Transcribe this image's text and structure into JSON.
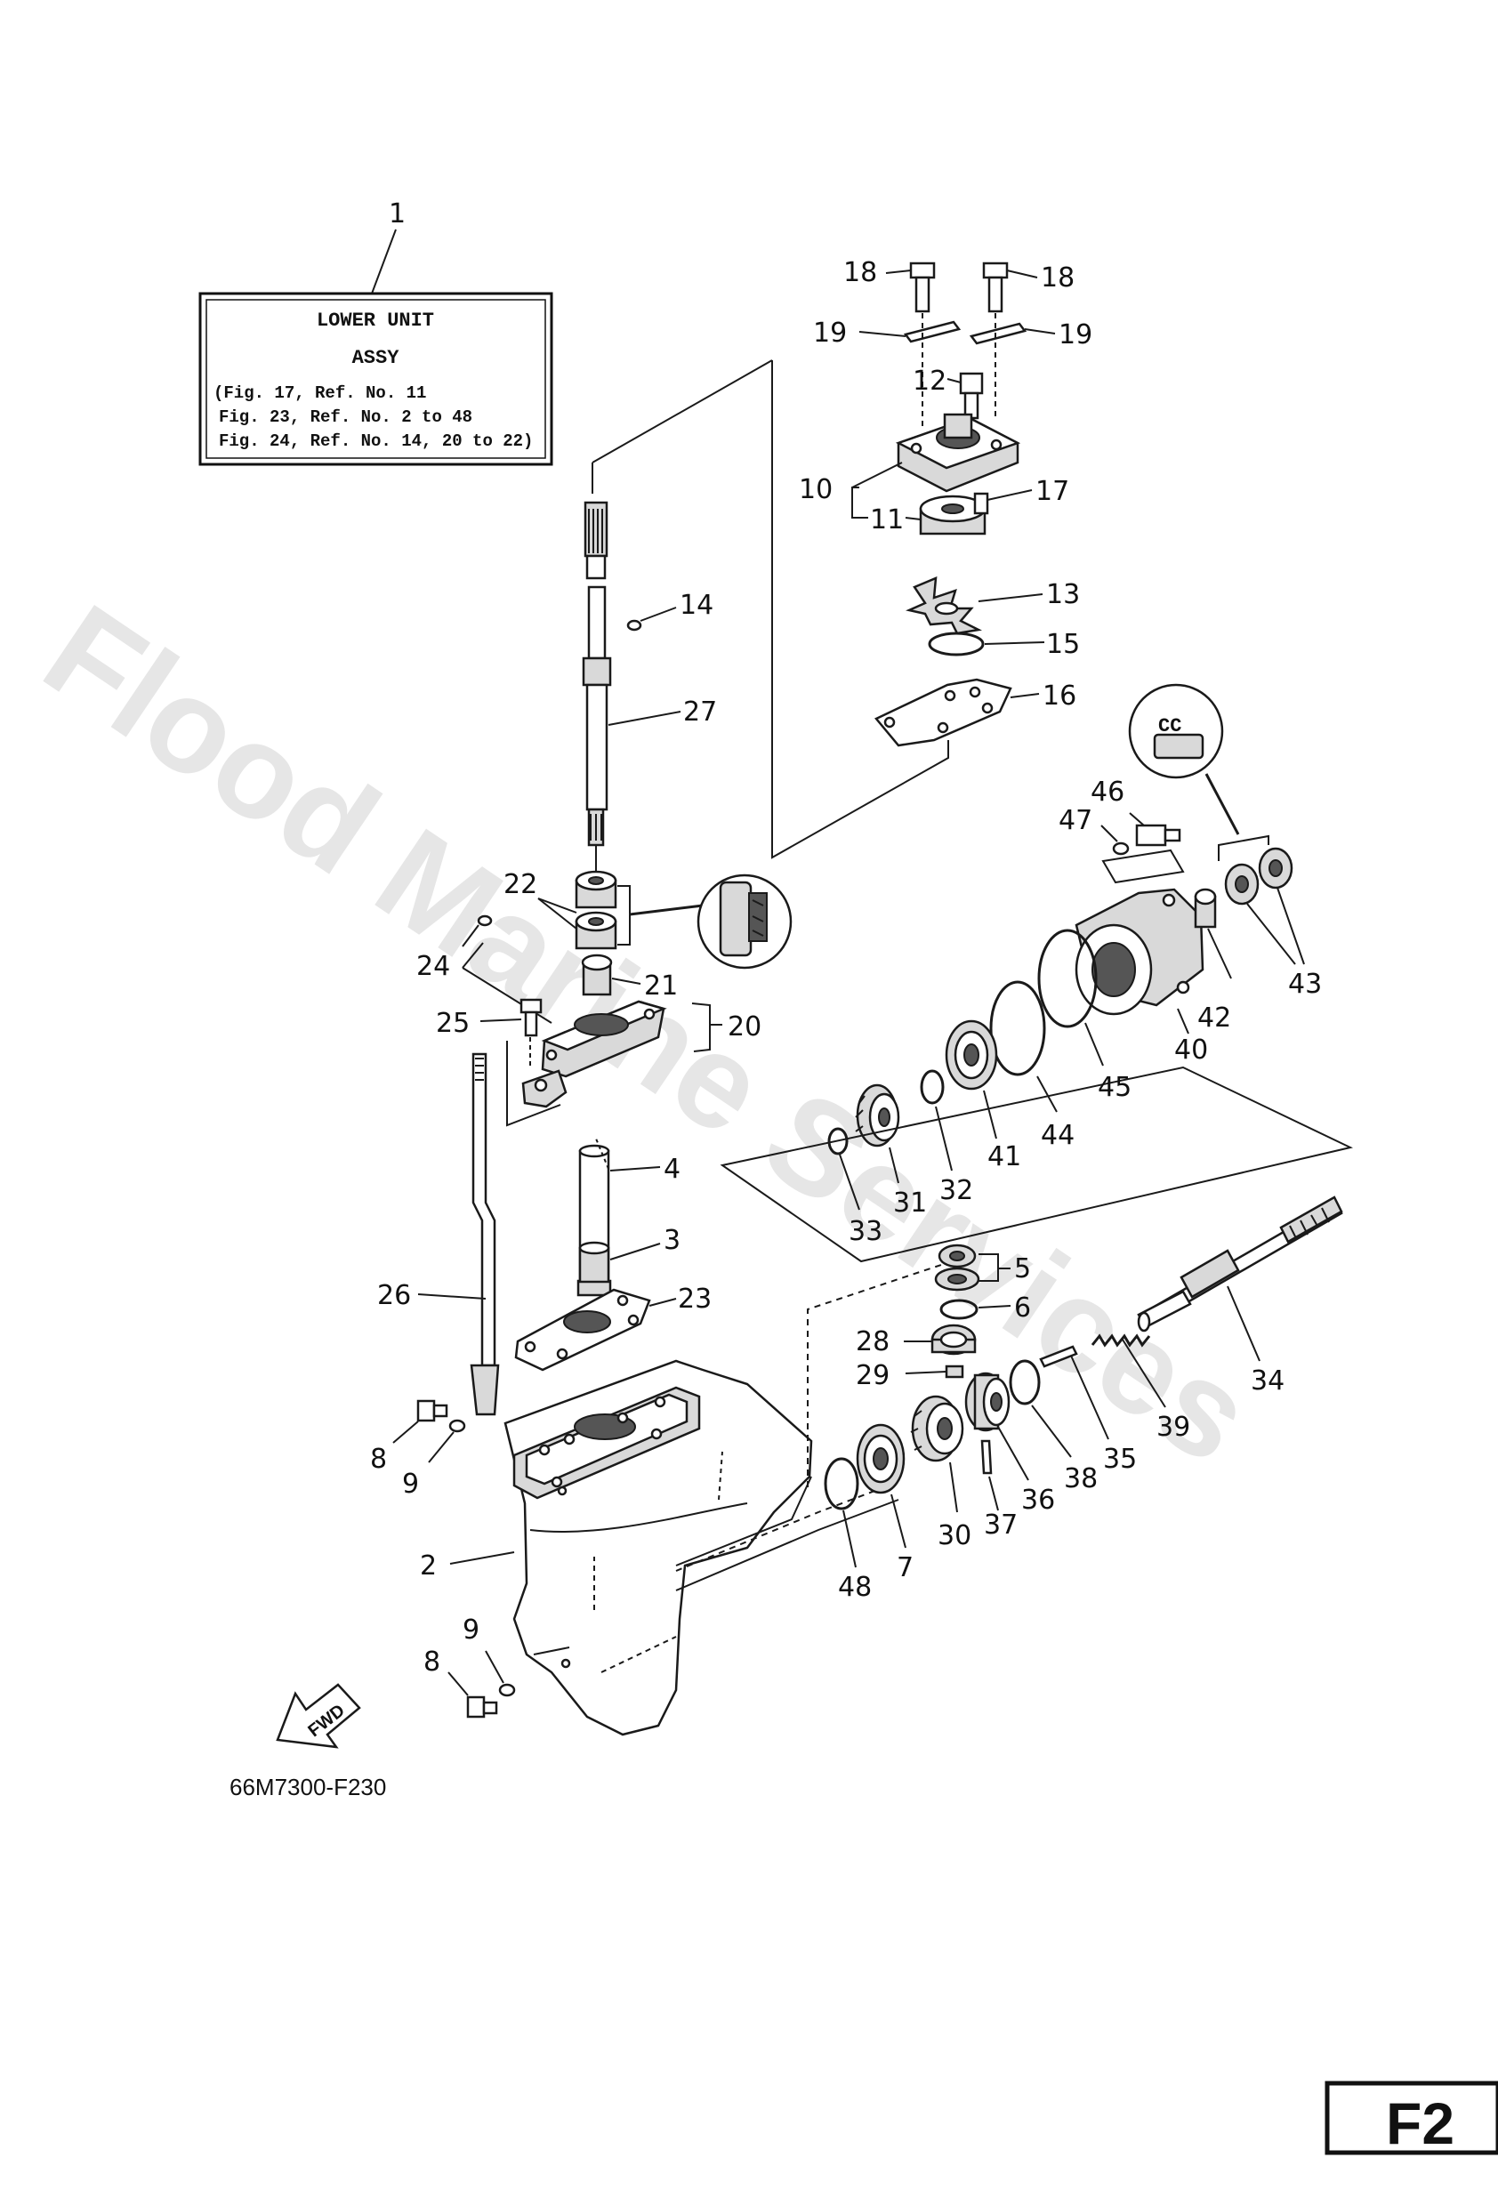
{
  "watermark": "Flood Marine Services",
  "note": {
    "ref": "1",
    "title_line1": "LOWER UNIT",
    "title_line2": "ASSY",
    "refs": [
      "(Fig. 17, Ref. No. 11",
      "Fig. 23, Ref. No. 2 to 48",
      "Fig. 24, Ref. No. 14, 20 to 22)"
    ]
  },
  "drawing_number": "66M7300-F230",
  "fwd_label": "FWD",
  "page_id": "F2",
  "callouts": {
    "c18a": "18",
    "c18b": "18",
    "c19a": "19",
    "c19b": "19",
    "c12": "12",
    "c10": "10",
    "c11": "11",
    "c17": "17",
    "c13": "13",
    "c15": "15",
    "c16": "16",
    "c14": "14",
    "c27": "27",
    "c46": "46",
    "c47": "47",
    "c22": "22",
    "c24": "24",
    "c21": "21",
    "c20": "20",
    "c25": "25",
    "c43": "43",
    "c42": "42",
    "c40": "40",
    "c45": "45",
    "c44": "44",
    "c41": "41",
    "c32": "32",
    "c31": "31",
    "c33": "33",
    "c4": "4",
    "c3": "3",
    "c23": "23",
    "c26": "26",
    "c5": "5",
    "c6": "6",
    "c28": "28",
    "c29": "29",
    "c34": "34",
    "c39": "39",
    "c35": "35",
    "c38": "38",
    "c36": "36",
    "c37": "37",
    "c30": "30",
    "c7": "7",
    "c48": "48",
    "c8a": "8",
    "c9a": "9",
    "c2": "2",
    "c8b": "8",
    "c9b": "9"
  }
}
